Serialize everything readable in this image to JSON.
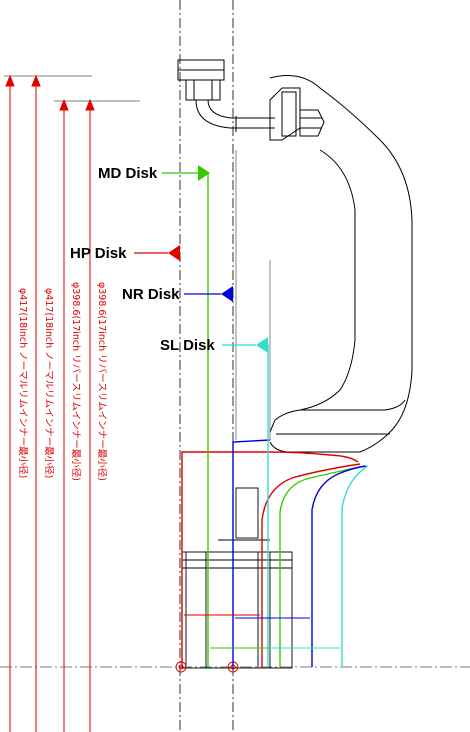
{
  "disks": [
    {
      "label": "MD Disk",
      "color": "#33cc00"
    },
    {
      "label": "HP Disk",
      "color": "#e00000"
    },
    {
      "label": "NR Disk",
      "color": "#0000dd"
    },
    {
      "label": "SL Disk",
      "color": "#33ddcc"
    }
  ],
  "dimensions": [
    {
      "text": "φ417(18inch ノーマルリムインナー最小径)"
    },
    {
      "text": "φ417(18inch ノーマルリムインナー最小径)"
    },
    {
      "text": "φ398.6(17inch リバースリムインナー最小径)"
    },
    {
      "text": "φ398.6(17inch リバースリムインナー最小径)"
    }
  ],
  "colors": {
    "outline": "#000000",
    "dimension": "#e00000",
    "centerline": "#000000"
  }
}
